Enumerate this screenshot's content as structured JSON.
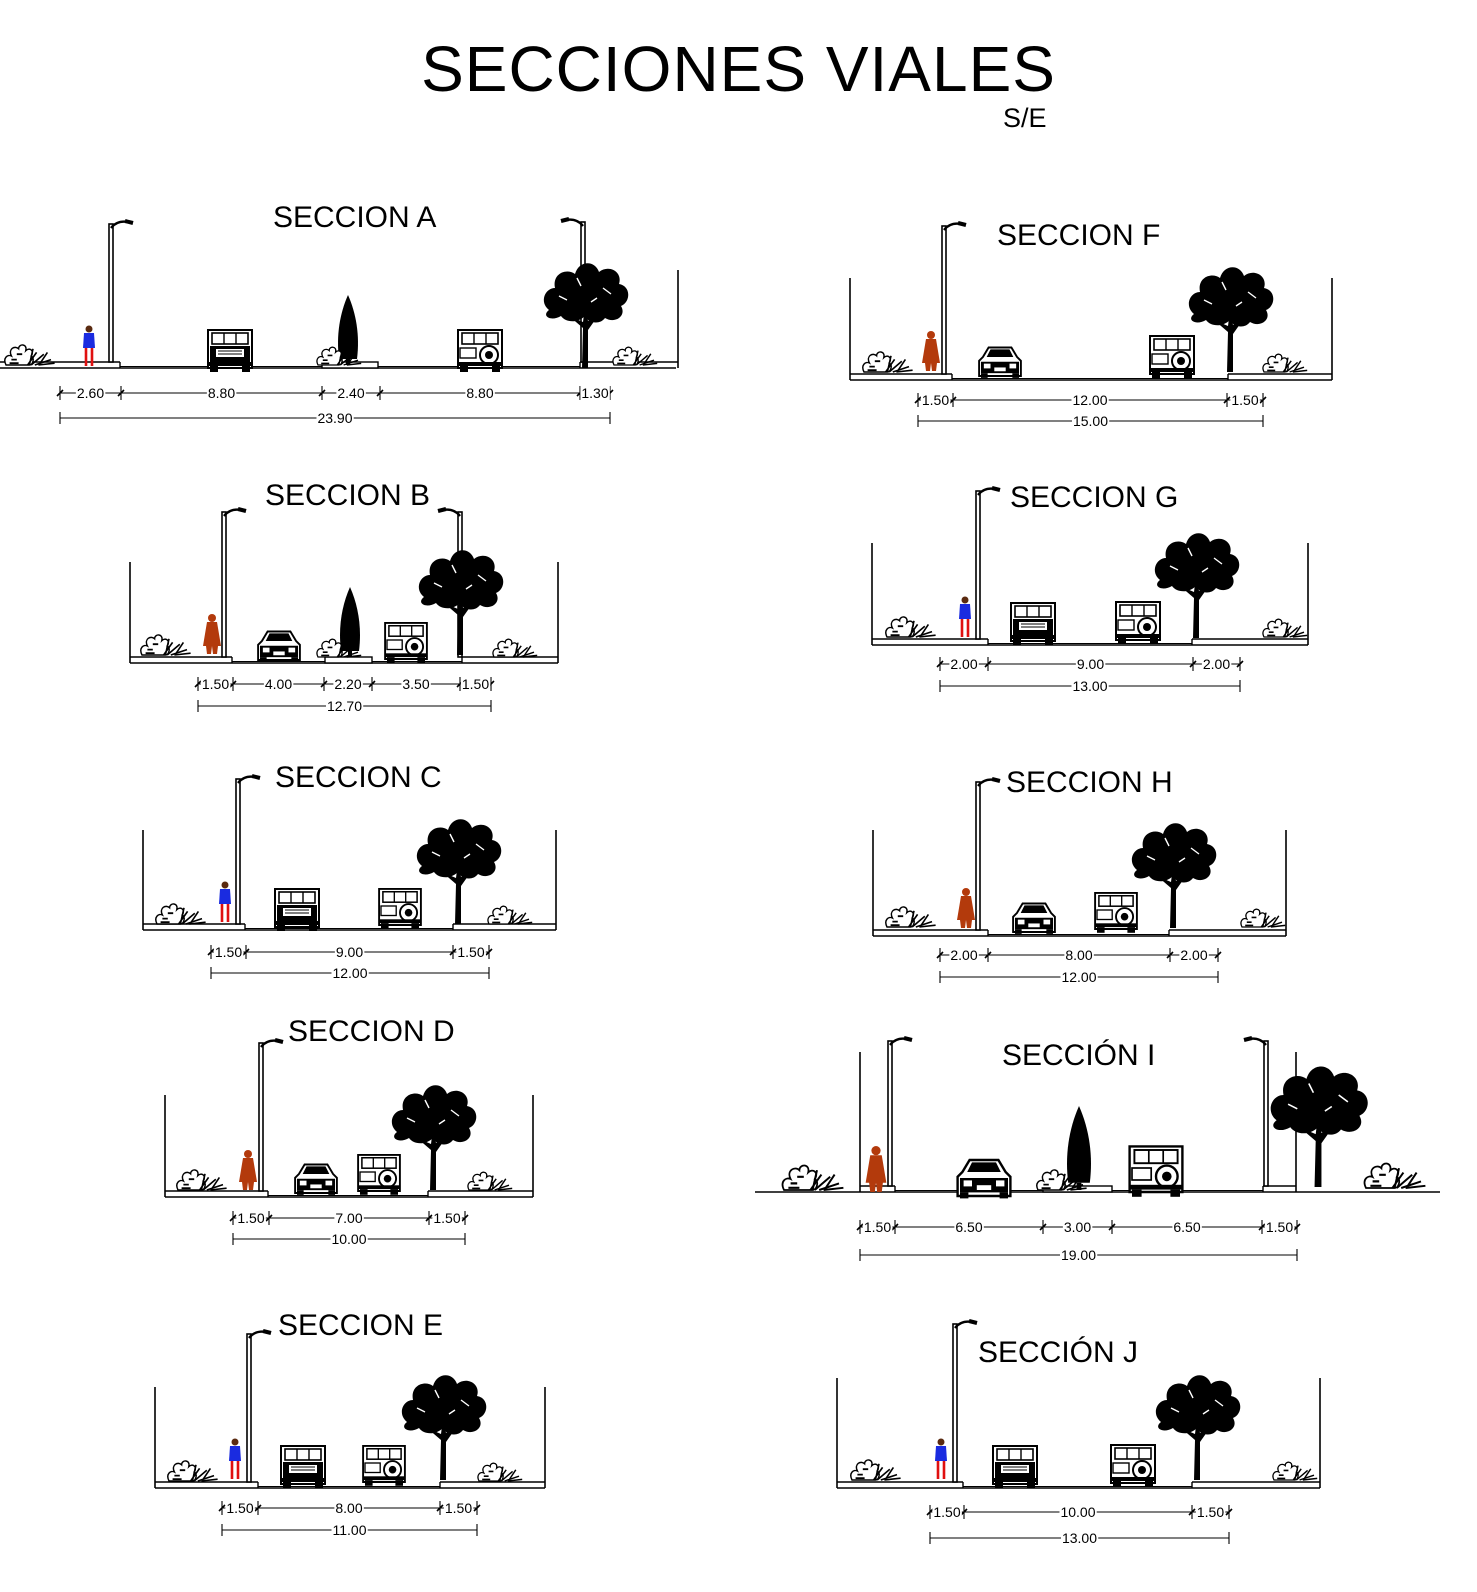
{
  "page": {
    "title": "SECCIONES VIALES",
    "scale_note": "S/E"
  },
  "sections": [
    {
      "id": "a",
      "title": "SECCION A",
      "parts": [
        "2.60",
        "8.80",
        "2.40",
        "8.80",
        "1.30"
      ],
      "total": "23.90"
    },
    {
      "id": "b",
      "title": "SECCION B",
      "parts": [
        "1.50",
        "4.00",
        "2.20",
        "3.50",
        "1.50"
      ],
      "total": "12.70"
    },
    {
      "id": "c",
      "title": "SECCION C",
      "parts": [
        "1.50",
        "9.00",
        "1.50"
      ],
      "total": "12.00"
    },
    {
      "id": "d",
      "title": "SECCION D",
      "parts": [
        "1.50",
        "7.00",
        "1.50"
      ],
      "total": "10.00"
    },
    {
      "id": "e",
      "title": "SECCION E",
      "parts": [
        "1.50",
        "8.00",
        "1.50"
      ],
      "total": "11.00"
    },
    {
      "id": "f",
      "title": "SECCION F",
      "parts": [
        "1.50",
        "12.00",
        "1.50"
      ],
      "total": "15.00"
    },
    {
      "id": "g",
      "title": "SECCION G",
      "parts": [
        "2.00",
        "9.00",
        "2.00"
      ],
      "total": "13.00"
    },
    {
      "id": "h",
      "title": "SECCION H",
      "parts": [
        "2.00",
        "8.00",
        "2.00"
      ],
      "total": "12.00"
    },
    {
      "id": "i",
      "title": "SECCIÓN  I",
      "parts": [
        "1.50",
        "6.50",
        "3.00",
        "6.50",
        "1.50"
      ],
      "total": "19.00"
    },
    {
      "id": "j",
      "title": "SECCIÓN  J",
      "parts": [
        "1.50",
        "10.00",
        "1.50"
      ],
      "total": "13.00"
    }
  ],
  "colors": {
    "line": "#000000",
    "pedestrian_blue": "#1a2be0",
    "pedestrian_red": "#e01010",
    "pedestrian_brown": "#b33a0c"
  },
  "icons": [
    "street-lamp-icon",
    "tree-icon",
    "cypress-icon",
    "shrub-icon",
    "car-icon",
    "jeep-icon",
    "pedestrian-icon"
  ]
}
